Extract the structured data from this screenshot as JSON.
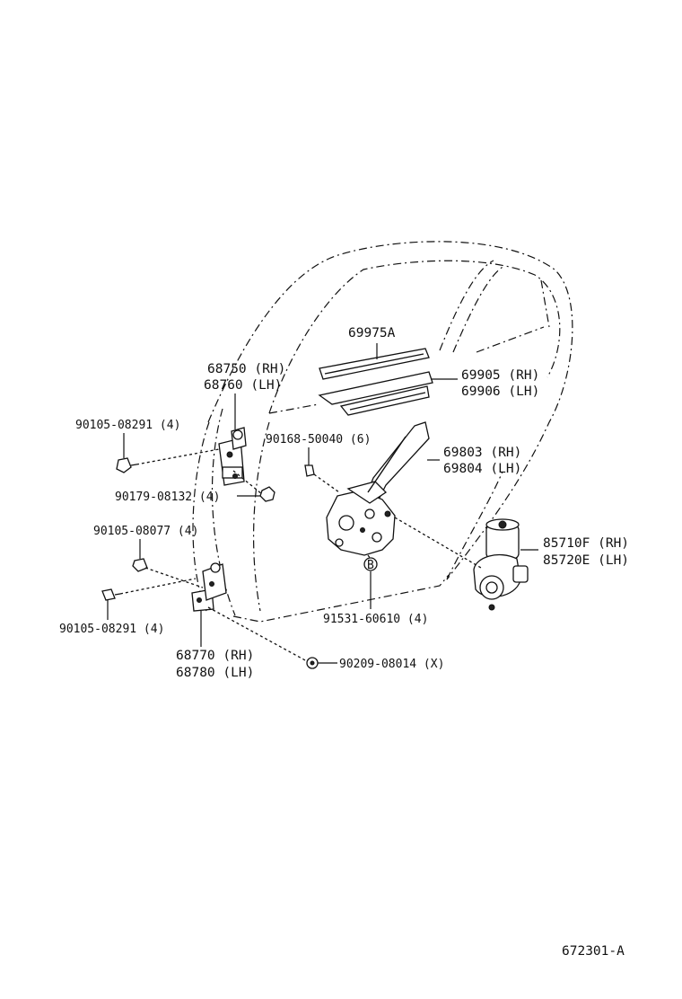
{
  "labels": {
    "p69975": "69975A",
    "p68750": "68750 (RH)",
    "p68760": "68760 (LH)",
    "p69905": "69905 (RH)",
    "p69906": "69906 (LH)",
    "p90105_top": "90105-08291 (4)",
    "p90168": "90168-50040 (6)",
    "p69803": "69803 (RH)",
    "p69804": "69804 (LH)",
    "p90179": "90179-08132 (4)",
    "p90105_mid": "90105-08077 (4)",
    "p85710": "85710F (RH)",
    "p85720": "85720E (LH)",
    "p90105_bot": "90105-08291 (4)",
    "p91531": "91531-60610 (4)",
    "p68770": "68770 (RH)",
    "p68780": "68780 (LH)",
    "p90209": "90209-08014 (X)",
    "bolt_letter": "B",
    "figure_id": "672301-A"
  }
}
